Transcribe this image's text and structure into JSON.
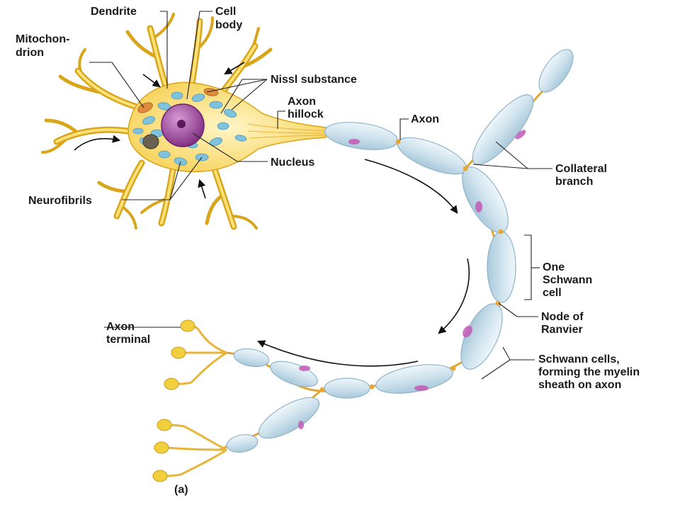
{
  "labels": {
    "dendrite": "Dendrite",
    "cell_body_1": "Cell",
    "cell_body_2": "body",
    "mito_1": "Mitochon-",
    "mito_2": "drion",
    "nissl": "Nissl substance",
    "hillock_1": "Axon",
    "hillock_2": "hillock",
    "axon": "Axon",
    "collateral_1": "Collateral",
    "collateral_2": "branch",
    "nucleus": "Nucleus",
    "neurofibrils": "Neurofibrils",
    "one_schwann_1": "One",
    "one_schwann_2": "Schwann",
    "one_schwann_3": "cell",
    "node_1": "Node of",
    "node_2": "Ranvier",
    "axon_terminal_1": "Axon",
    "axon_terminal_2": "terminal",
    "schwann_cells_1": "Schwann cells,",
    "schwann_cells_2": "forming the myelin",
    "schwann_cells_3": "sheath on axon",
    "panel": "(a)"
  },
  "colors": {
    "dendrite": "#f7d155",
    "cell_body": "#fbe38a",
    "sheath": "#cfe3ee",
    "nucleus": "#9b3f9a",
    "nissl": "#7fc2dd"
  }
}
